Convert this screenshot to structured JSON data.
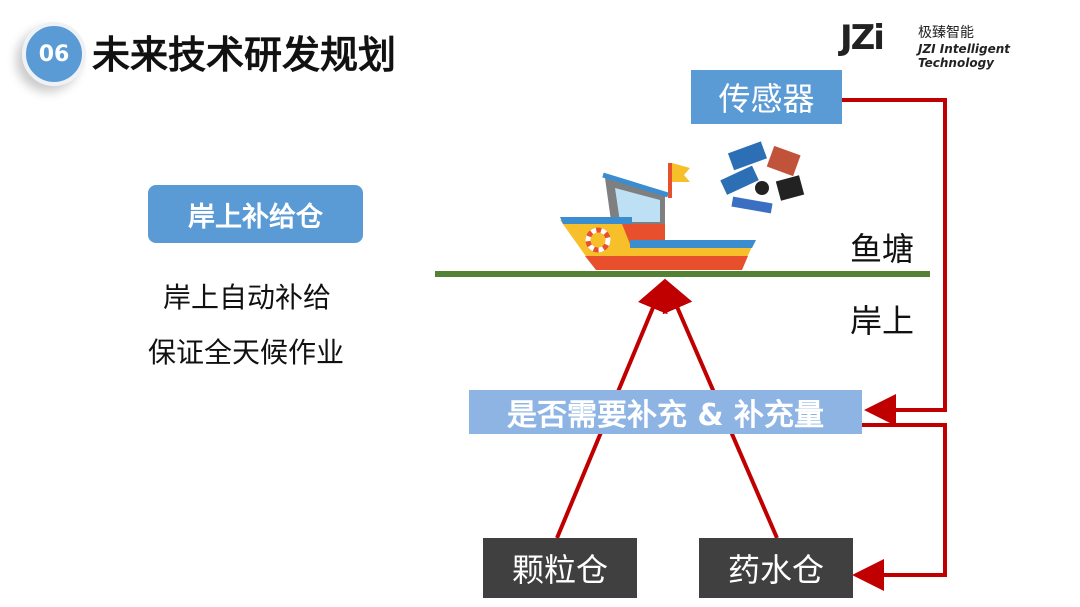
{
  "header": {
    "section_number": "06",
    "title": "未来技术研发规划"
  },
  "logo": {
    "mark": "JZI",
    "name_cn": "极臻智能",
    "name_en": "JZI Intelligent Technology"
  },
  "left": {
    "box_label": "岸上补给仓",
    "lines": [
      "岸上自动补给",
      "保证全天候作业"
    ]
  },
  "diagram": {
    "sensor": "传感器",
    "pond_label": "鱼塘",
    "shore_label": "岸上",
    "decision": "是否需要补充 & 补充量",
    "bins": [
      "颗粒仓",
      "药水仓"
    ],
    "colors": {
      "blue": "#5b9bd5",
      "light_blue": "#8eb4e3",
      "arrow": "#c00000",
      "ground": "#548235",
      "bin": "#404040"
    }
  }
}
